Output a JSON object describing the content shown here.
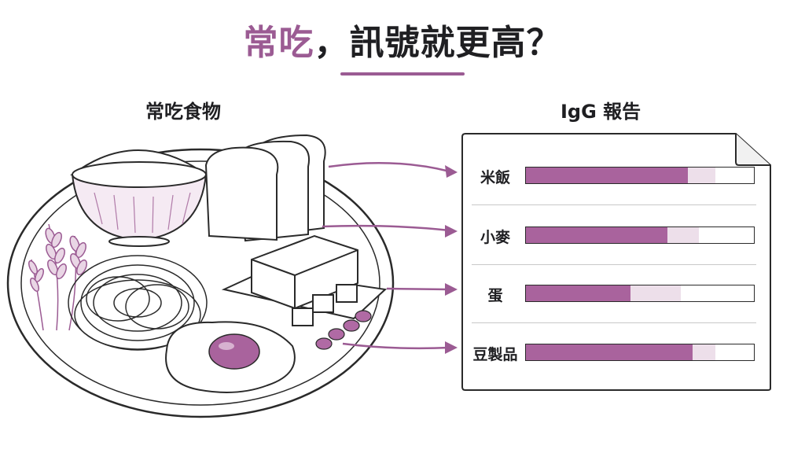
{
  "title": {
    "accent": "常吃",
    "rest": "，訊號就更高？"
  },
  "left_heading": "常吃食物",
  "right_heading": "IgG 報告",
  "colors": {
    "accent": "#9b5b93",
    "bar_fill": "#a9639d",
    "bar_light": "#eddfea"
  },
  "report_rows": [
    {
      "label": "米飯",
      "level": 0.71,
      "light": 0.83
    },
    {
      "label": "小麥",
      "level": 0.62,
      "light": 0.76
    },
    {
      "label": "蛋",
      "level": 0.46,
      "light": 0.68
    },
    {
      "label": "豆製品",
      "level": 0.73,
      "light": 0.83
    }
  ],
  "icons": [
    "rice-bowl-icon",
    "bread-icon",
    "noodles-icon",
    "wheat-icon",
    "tofu-icon",
    "egg-icon",
    "soybeans-icon",
    "arrow-icon"
  ]
}
